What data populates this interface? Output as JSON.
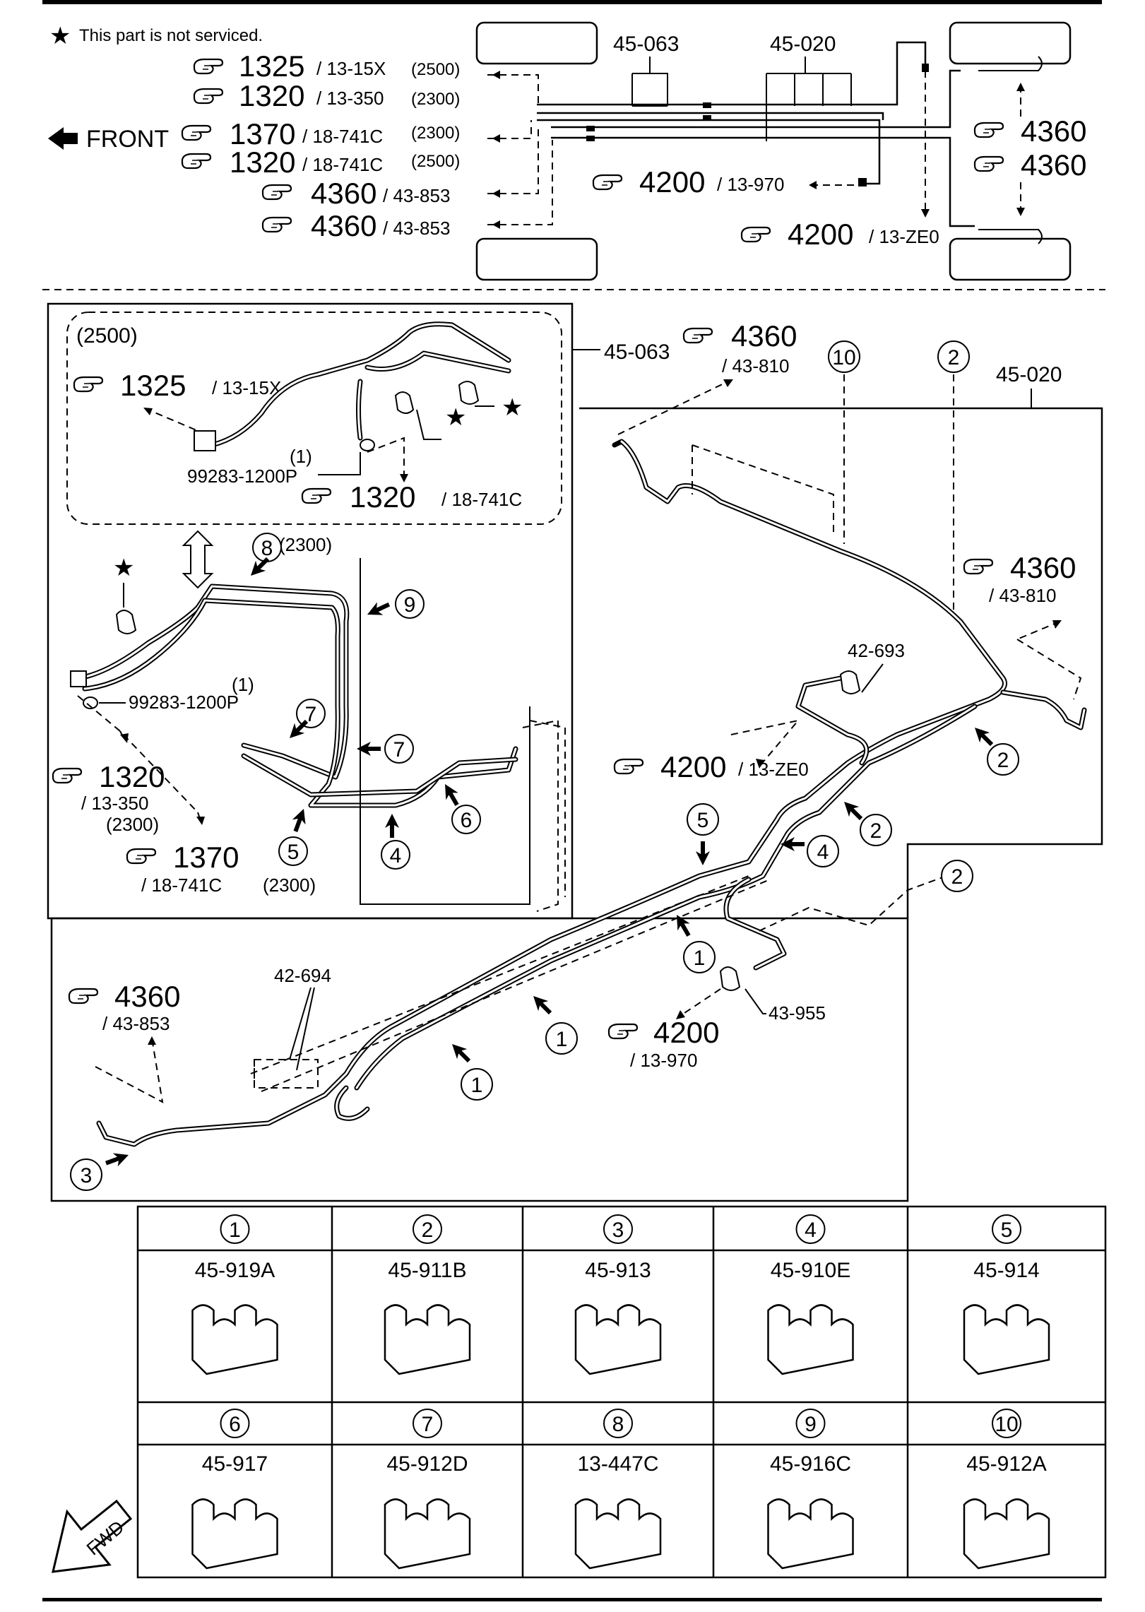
{
  "note": {
    "star": "★",
    "text": "This part is not serviced."
  },
  "top": {
    "front": "FRONT",
    "part_45063": "45-063",
    "part_45020": "45-020",
    "left_refs": [
      {
        "num": "1325",
        "sub": "/ 13-15X",
        "variant": "(2500)"
      },
      {
        "num": "1320",
        "sub": "/ 13-350",
        "variant": "(2300)"
      },
      {
        "num": "1370",
        "sub": "/ 18-741C",
        "variant": "(2300)"
      },
      {
        "num": "1320",
        "sub": "/ 18-741C",
        "variant": "(2500)"
      },
      {
        "num": "4360",
        "sub": "/ 43-853",
        "variant": ""
      },
      {
        "num": "4360",
        "sub": "/ 43-853",
        "variant": ""
      }
    ],
    "mid_ref": {
      "num": "4200",
      "sub": "/ 13-970"
    },
    "bottom_ref": {
      "num": "4200",
      "sub": "/ 13-ZE0"
    },
    "right_refs": [
      {
        "num": "4360"
      },
      {
        "num": "4360"
      }
    ]
  },
  "inset": {
    "variant": "(2500)",
    "part": "45-063",
    "ref1": {
      "num": "1325",
      "sub": "/ 13-15X"
    },
    "ref2": {
      "num": "1320",
      "sub": "/ 18-741C"
    },
    "qty": "(1)",
    "clip_part": "99283-1200P"
  },
  "main": {
    "ref_top": {
      "num": "4360",
      "sub": "/ 43-810"
    },
    "part_45020": "45-020",
    "ref_right": {
      "num": "4360",
      "sub": "/ 43-810"
    },
    "part_42693": "42-693",
    "ref_ze0": {
      "num": "4200",
      "sub": "/ 13-ZE0"
    },
    "variant_2300": "(2300)",
    "qty": "(1)",
    "clip_part": "99283-1200P",
    "ref_1320": {
      "num": "1320",
      "sub": "/ 13-350",
      "variant": "(2300)"
    },
    "ref_1370": {
      "num": "1370",
      "sub": "/ 18-741C",
      "variant": "(2300)"
    },
    "ref_4360b": {
      "num": "4360",
      "sub": "/ 43-853"
    },
    "part_42694": "42-694",
    "part_43955": "43-955",
    "ref_970": {
      "num": "4200",
      "sub": "/ 13-970"
    }
  },
  "callouts": [
    "1",
    "2",
    "3",
    "4",
    "5",
    "6",
    "7",
    "8",
    "9",
    "10"
  ],
  "table": [
    {
      "n": "1",
      "part": "45-919A"
    },
    {
      "n": "2",
      "part": "45-911B"
    },
    {
      "n": "3",
      "part": "45-913"
    },
    {
      "n": "4",
      "part": "45-910E"
    },
    {
      "n": "5",
      "part": "45-914"
    },
    {
      "n": "6",
      "part": "45-917"
    },
    {
      "n": "7",
      "part": "45-912D"
    },
    {
      "n": "8",
      "part": "13-447C"
    },
    {
      "n": "9",
      "part": "45-916C"
    },
    {
      "n": "10",
      "part": "45-912A"
    }
  ],
  "fwd": "FWD"
}
